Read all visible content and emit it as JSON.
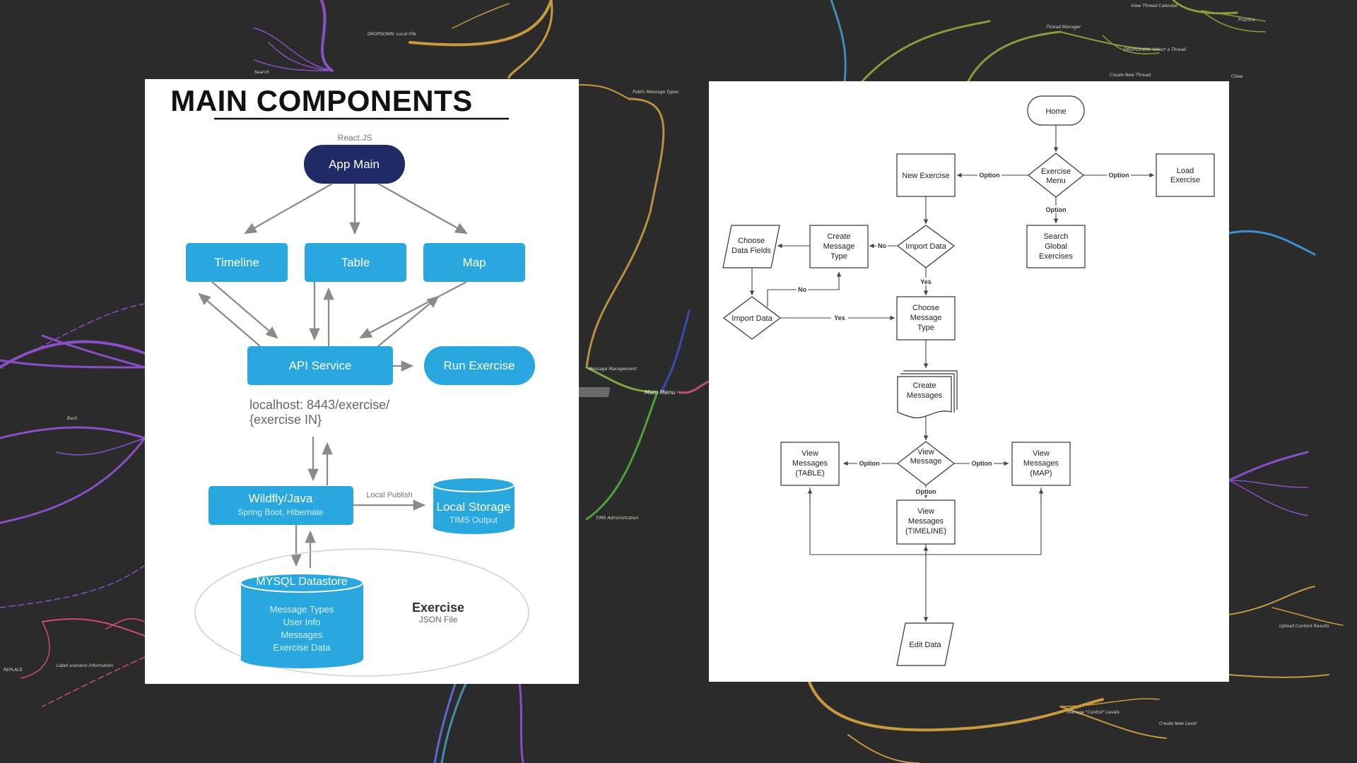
{
  "background": {
    "color": "#2b2b2b",
    "labels": {
      "main_menu": "Main Menu",
      "message_management": "Message Management",
      "tims_administration": "TIMS Administration",
      "public_message_types": "Public Message Types",
      "local_file": "DROPDOWN: Local File",
      "edit_scenario_info": "Label scenario information",
      "replace": "REPLACE",
      "close": "Close",
      "back": "Back",
      "search": "Search",
      "select_thread": "DROPDOWN: Select a Thread",
      "create_new_thread": "Create New Thread",
      "thread_manager": "Thread Manager",
      "view_thread_calendar": "View Thread Calendar",
      "practice": "Practice",
      "manage_control": "Manage \"Control\" Levels",
      "create_new_level": "Create New Level",
      "upload_content": "Upload Content Results"
    }
  },
  "left_diagram": {
    "title": "MAIN COMPONENTS",
    "framework_label": "React.JS",
    "app_main": "App Main",
    "timeline": "Timeline",
    "table": "Table",
    "map": "Map",
    "api_service": "API Service",
    "run_exercise": "Run Exercise",
    "endpoint_line1": "localhost: 8443/exercise/",
    "endpoint_line2": "{exercise IN}",
    "wildfly": "Wildfly/Java",
    "wildfly_sub": "Spring Boot, Hibernate",
    "local_publish": "Local Publish",
    "local_storage": "Local Storage",
    "local_storage_sub": "TIMS Output",
    "mysql": "MYSQL Datastore",
    "mysql_items": [
      "Message Types",
      "User Info",
      "Messages",
      "Exercise Data"
    ],
    "exercise": "Exercise",
    "exercise_sub": "JSON File",
    "colors": {
      "navy": "#1f2a66",
      "blue": "#29a8e0",
      "arrow": "#8a8a8a"
    }
  },
  "flowchart": {
    "home": "Home",
    "exercise_menu": [
      "Exercise",
      "Menu"
    ],
    "new_exercise": "New Exercise",
    "load_exercise": [
      "Load",
      "Exercise"
    ],
    "search_global": [
      "Search",
      "Global",
      "Exercises"
    ],
    "import_data_1": "Import Data",
    "create_message_type": [
      "Create",
      "Message",
      "Type"
    ],
    "choose_data_fields": [
      "Choose",
      "Data Fields"
    ],
    "import_data_2": "Import Data",
    "choose_message_type": [
      "Choose",
      "Message",
      "Type"
    ],
    "create_messages": [
      "Create",
      "Messages"
    ],
    "view_message": [
      "View",
      "Message"
    ],
    "view_table": [
      "View",
      "Messages",
      "(TABLE)"
    ],
    "view_map": [
      "View",
      "Messages",
      "(MAP)"
    ],
    "view_timeline": [
      "View",
      "Messages",
      "(TIMELINE)"
    ],
    "edit_data": "Edit Data",
    "label_option": "Option",
    "label_yes": "Yes",
    "label_no": "No"
  }
}
